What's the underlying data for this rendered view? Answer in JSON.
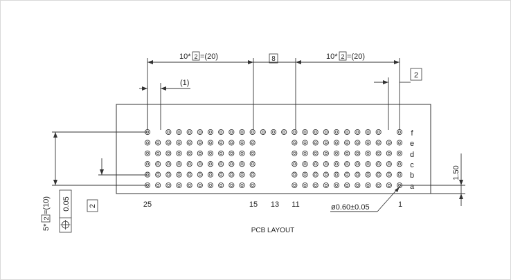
{
  "title": "PCB LAYOUT",
  "dimensions": {
    "top_left": "10*",
    "top_left_box": "2",
    "top_left_tail": "=(20)",
    "top_center_box": "8",
    "top_right": "10*",
    "top_right_box": "2",
    "top_right_tail": "=(20)",
    "pin_width": "(1)",
    "right_box": "2",
    "right_vertical": "1.50",
    "left_vertical_head": "5*",
    "left_vertical_box": "2",
    "left_vertical_tail": "=(10)",
    "left_box": "2",
    "tolerance_value": "0.05",
    "hole_diameter": "ø0.60±0.05"
  },
  "column_labels": {
    "c25": "25",
    "c15": "15",
    "c13": "13",
    "c11": "11",
    "c1": "1"
  },
  "row_labels": [
    "f",
    "e",
    "d",
    "c",
    "b",
    "a"
  ],
  "pin_grid": {
    "columns": 25,
    "rows": 6,
    "missing_columns": [
      12,
      13,
      14
    ],
    "top_row_only_columns": [
      12,
      13,
      14
    ],
    "missing_in_top_row": [
      2,
      24
    ]
  },
  "colors": {
    "line": "#333333",
    "text": "#222222",
    "frame": "#d9d9d9"
  }
}
